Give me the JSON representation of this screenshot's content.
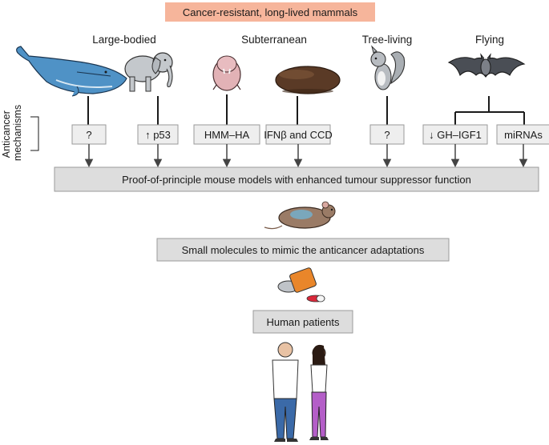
{
  "title": "Cancer-resistant, long-lived mammals",
  "side_label": [
    "Anticancer",
    "mechanisms"
  ],
  "groups": [
    "Large-bodied",
    "Subterranean",
    "Tree-living",
    "Flying"
  ],
  "animals": [
    "whale-icon",
    "elephant-icon",
    "naked-mole-rat-icon",
    "blind-mole-rat-icon",
    "squirrel-icon",
    "bat-icon"
  ],
  "mechanisms": [
    {
      "arrow": "",
      "text": "?"
    },
    {
      "arrow": "↑",
      "text": "p53"
    },
    {
      "arrow": "",
      "text": "HMM–HA"
    },
    {
      "arrow": "",
      "text": "IFNβ and CCD"
    },
    {
      "arrow": "",
      "text": "?"
    },
    {
      "arrow": "↓",
      "text": "GH–IGF1"
    },
    {
      "arrow": "",
      "text": "miRNAs"
    }
  ],
  "stages": [
    "Proof-of-principle mouse models with enhanced tumour suppressor function",
    "Small molecules to mimic the anticancer adaptations",
    "Human patients"
  ],
  "colors": {
    "title_box": "#f6b59b",
    "box_fill": "#eeeeee",
    "box_stroke": "#9a9a9a",
    "wide_box_fill": "#dddddd",
    "line": "#1a1a1a",
    "arrow": "#444444"
  }
}
